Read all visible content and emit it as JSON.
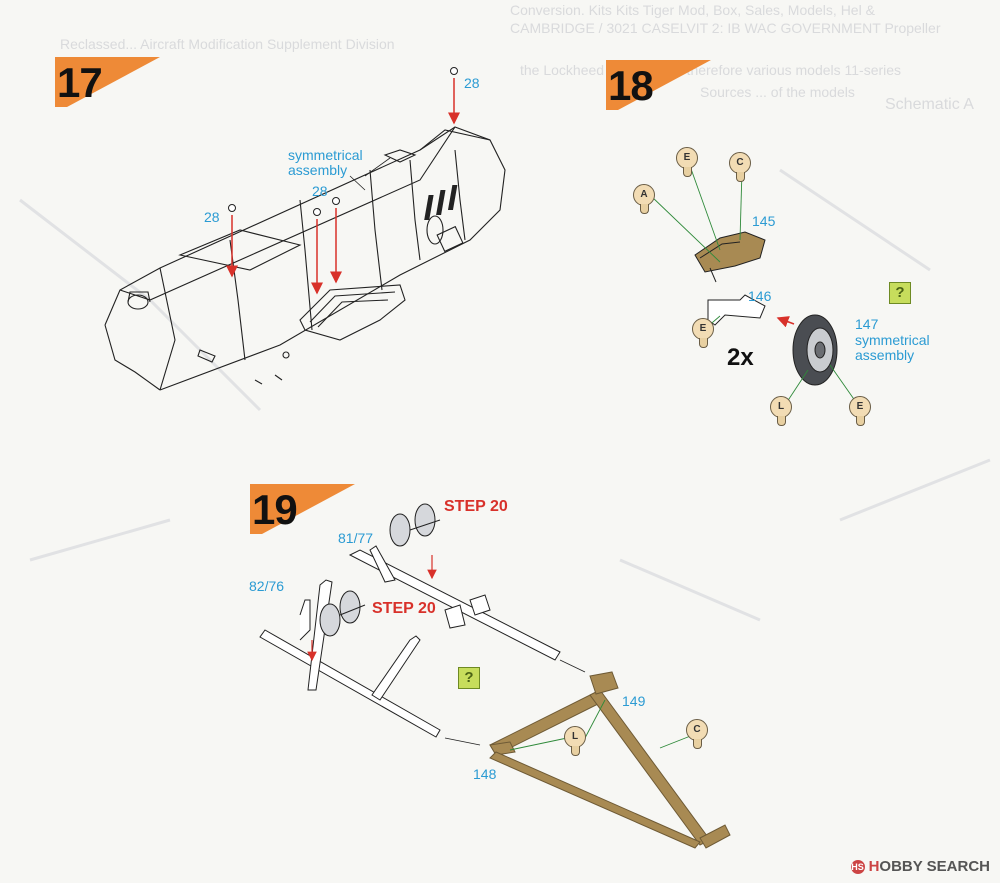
{
  "bleed_text": [
    "Conversion. Kits Kits Tiger Mod, Box, Sales, Models, Hel &",
    "CAMBRIDGE / 3021 CASELVIT 2: IB WAC GOVERNMENT Propeller",
    "Reclassed... Aircraft Modification Supplement Division",
    "the Lockheed Aircraft, and therefore various models 11-series",
    "Sources ... of the models",
    "Schematic A"
  ],
  "steps": {
    "s17": {
      "number": "17"
    },
    "s18": {
      "number": "18"
    },
    "s19": {
      "number": "19"
    }
  },
  "callouts": {
    "p28_top": "28",
    "sym17": "symmetrical assembly",
    "p28_mid": "28",
    "p28_left": "28",
    "p145": "145",
    "p146": "146",
    "p147": "147",
    "sym147": "symmetrical assembly",
    "times2": "2x",
    "p81_77": "81/77",
    "p82_76": "82/76",
    "p149": "149",
    "p148": "148"
  },
  "links": {
    "step20_a": "STEP 20",
    "step20_b": "STEP 20"
  },
  "tags": {
    "e1": "E",
    "c1": "C",
    "a1": "A",
    "e2": "E",
    "l1": "L",
    "e3": "E",
    "l2": "L",
    "c2": "C"
  },
  "help": {
    "q1": "?",
    "q2": "?"
  },
  "watermark": {
    "brand_a": "H",
    "brand_b": "OBBY",
    "brand_c": "SEARCH",
    "mark": "HS"
  },
  "colors": {
    "badge": "#ee8a37",
    "callout": "#2b9bd3",
    "step_link": "#d8312a",
    "help": "#c7dd5c",
    "tag": "#f2dcb4",
    "brass": "#a88a53"
  },
  "icons": [
    "help-icon",
    "color-tag-icon",
    "arrow-icon"
  ]
}
